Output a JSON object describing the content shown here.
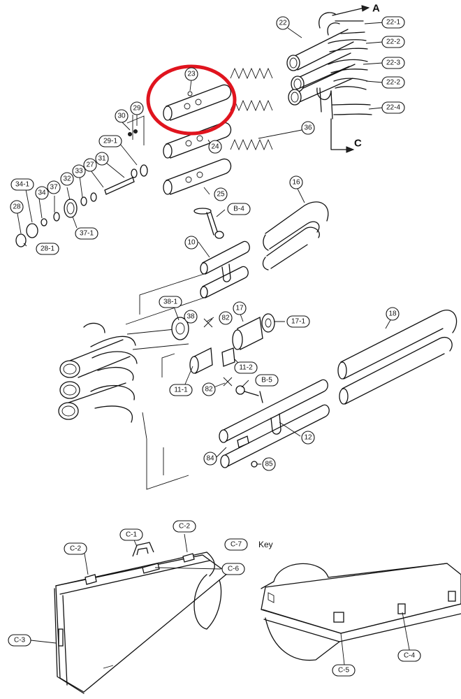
{
  "highlight_color": "#e0141e",
  "letters": {
    "a": "A",
    "c": "C"
  },
  "callouts": {
    "p22": "22",
    "p22_1": "22-1",
    "p22_2a": "22-2",
    "p22_3": "22-3",
    "p22_2b": "22-2",
    "p22_4": "22-4",
    "p23": "23",
    "p24": "24",
    "p25": "25",
    "p36": "36",
    "p30": "30",
    "p29": "29",
    "p29_1": "29-1",
    "p31": "31",
    "p27": "27",
    "p33": "33",
    "p32": "32",
    "p37": "37",
    "p34": "34",
    "p34_1": "34-1",
    "p28": "28",
    "p28_1": "28-1",
    "p37_1": "37-1",
    "p16": "16",
    "pB_4": "B-4",
    "p10": "10",
    "p38_1": "38-1",
    "p38": "38",
    "p82a": "82",
    "p17": "17",
    "p17_1": "17-1",
    "p18": "18",
    "p11_2": "11-2",
    "p11_1": "11-1",
    "p82b": "82",
    "pB_5": "B-5",
    "p12": "12",
    "p84": "84",
    "p85": "85",
    "pC_1": "C-1",
    "pC_2a": "C-2",
    "pC_2b": "C-2",
    "pC_7": "C-7",
    "pC_6": "C-6",
    "pC_3": "C-3",
    "pC_4": "C-4",
    "pC_5": "C-5"
  },
  "key_label": "Key"
}
